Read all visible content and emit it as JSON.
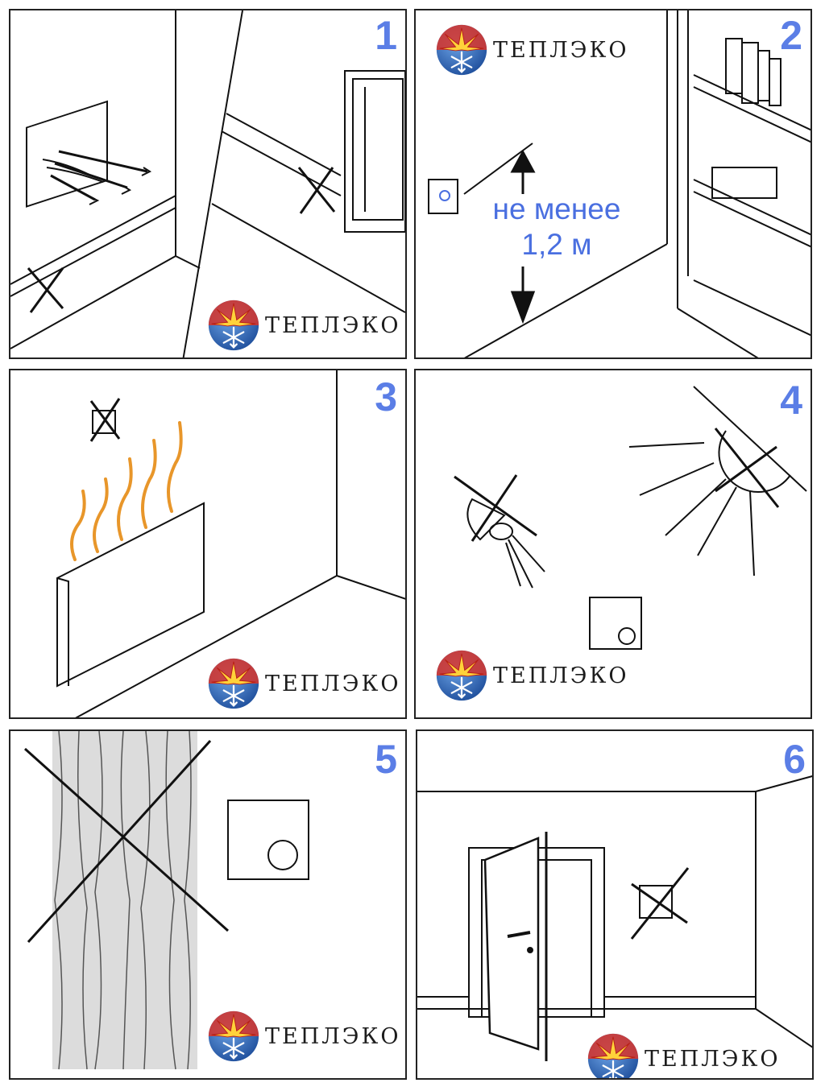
{
  "brand": {
    "name": "ТЕПЛЭКО"
  },
  "colors": {
    "number": "#5b7ee6",
    "measure": "#4a6fe0",
    "flame": "#e8962a",
    "logo_blue": "#2f6fc0",
    "logo_red": "#e23b2a"
  },
  "panels": [
    {
      "number": "1",
      "icon": "vent-and-window-icon"
    },
    {
      "number": "2",
      "icon": "shelf-icon",
      "measure_line1": "не менее",
      "measure_line2": "1,2 м"
    },
    {
      "number": "3",
      "icon": "heater-icon"
    },
    {
      "number": "4",
      "icon": "lamp-sun-icon"
    },
    {
      "number": "5",
      "icon": "curtain-icon"
    },
    {
      "number": "6",
      "icon": "door-icon"
    }
  ]
}
